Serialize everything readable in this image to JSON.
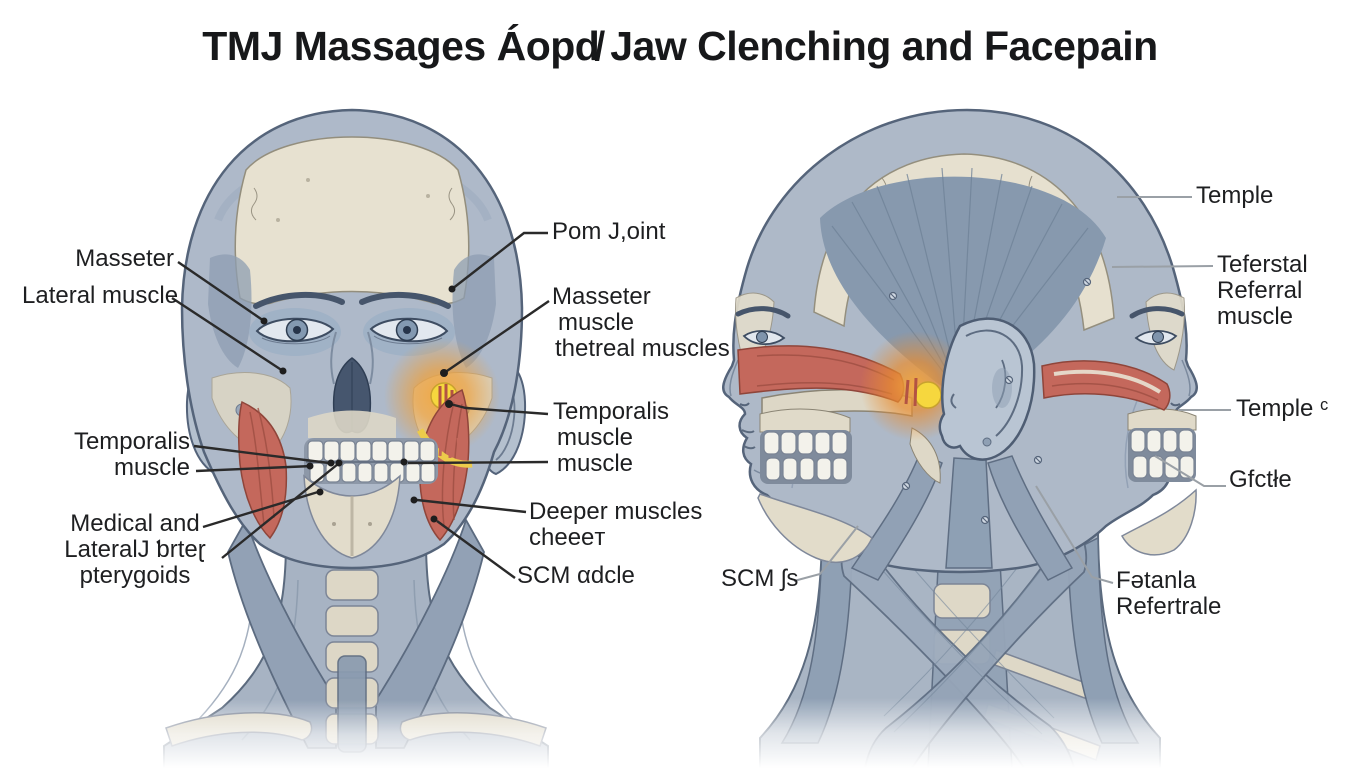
{
  "title": "TMJ Massages Áopd̸ Jaw Clenching and Facepain",
  "labels": {
    "masseter_left": "Masseter",
    "lateral_muscle": "Lateral muscle",
    "temporalis_left_1": "Temporalis",
    "temporalis_left_2": "muscle",
    "pterygoids_1": "Medical and",
    "pterygoids_2": "LateralJ ƅrteɽ",
    "pterygoids_3": "pterygoids",
    "tmj_joint": "Pom J,oint",
    "masseter_center_1": "Masseter",
    "masseter_center_2": "muscle",
    "masseter_center_3": "thetreal muscles",
    "temporalis_center_1": "Temporalis",
    "temporalis_center_2": "muscle",
    "temporalis_center_3": "muscle",
    "deeper_1": "Deeper muscles",
    "deeper_2": "cheeeт",
    "scm_center": "SCM αdcle",
    "scm_side": "SCM ʃs",
    "temple_top": "Temple",
    "teferstal_1": "Teferstal",
    "teferstal_2": "Referral",
    "teferstal_3": "muscle",
    "temple_mid": "Temple ᶜ",
    "gfctls": "Gfctłe",
    "fatanla_1": "Fətanla",
    "fatanla_2": "Refertrale"
  },
  "colors": {
    "background": "#ffffff",
    "title_text": "#17181a",
    "label_text": "#1e1f21",
    "leader_dark": "#2a2a2a",
    "leader_gray": "#9aa0a6",
    "muscle_red": "#c4685c",
    "muscle_red_dark": "#9d4e42",
    "glow_orange": "#efa03a",
    "glow_yellow": "#f6d73e",
    "skin_blue": "#aeb9c9",
    "neck_blue": "#a7b3c3",
    "bone_cream": "#e6e0cf",
    "outline": "#55647a"
  }
}
